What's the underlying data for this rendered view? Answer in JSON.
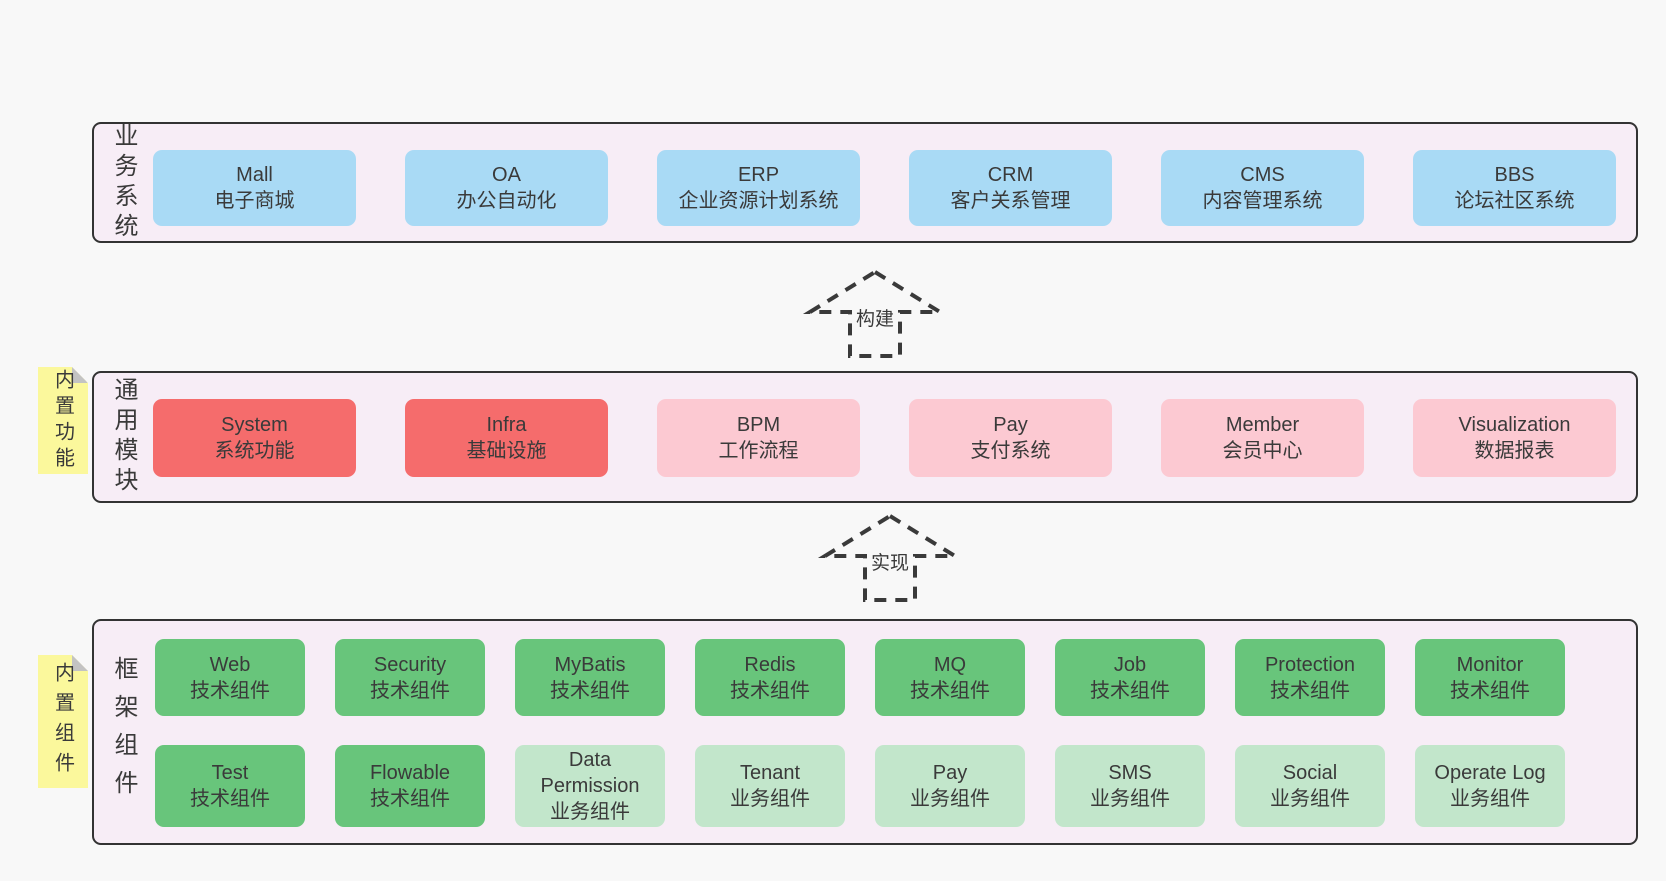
{
  "diagram": {
    "business": {
      "label": "业务系统",
      "boxes": [
        {
          "name": "Mall",
          "desc": "电子商城",
          "variant": "blue"
        },
        {
          "name": "OA",
          "desc": "办公自动化",
          "variant": "blue"
        },
        {
          "name": "ERP",
          "desc": "企业资源计划系统",
          "variant": "blue"
        },
        {
          "name": "CRM",
          "desc": "客户关系管理",
          "variant": "blue"
        },
        {
          "name": "CMS",
          "desc": "内容管理系统",
          "variant": "blue"
        },
        {
          "name": "BBS",
          "desc": "论坛社区系统",
          "variant": "blue"
        }
      ]
    },
    "arrows": {
      "build": "构建",
      "implement": "实现"
    },
    "modules": {
      "note": "内置功能",
      "label": "通用模块",
      "boxes": [
        {
          "name": "System",
          "desc": "系统功能",
          "variant": "red"
        },
        {
          "name": "Infra",
          "desc": "基础设施",
          "variant": "red"
        },
        {
          "name": "BPM",
          "desc": "工作流程",
          "variant": "pink"
        },
        {
          "name": "Pay",
          "desc": "支付系统",
          "variant": "pink"
        },
        {
          "name": "Member",
          "desc": "会员中心",
          "variant": "pink"
        },
        {
          "name": "Visualization",
          "desc": "数据报表",
          "variant": "pink"
        }
      ]
    },
    "components": {
      "note": "内置组件",
      "label": "框架组件",
      "row1": [
        {
          "name": "Web",
          "desc": "技术组件",
          "variant": "green"
        },
        {
          "name": "Security",
          "desc": "技术组件",
          "variant": "green"
        },
        {
          "name": "MyBatis",
          "desc": "技术组件",
          "variant": "green"
        },
        {
          "name": "Redis",
          "desc": "技术组件",
          "variant": "green"
        },
        {
          "name": "MQ",
          "desc": "技术组件",
          "variant": "green"
        },
        {
          "name": "Job",
          "desc": "技术组件",
          "variant": "green"
        },
        {
          "name": "Protection",
          "desc": "技术组件",
          "variant": "green"
        },
        {
          "name": "Monitor",
          "desc": "技术组件",
          "variant": "green"
        }
      ],
      "row2": [
        {
          "name": "Test",
          "desc": "技术组件",
          "variant": "green"
        },
        {
          "name": "Flowable",
          "desc": "技术组件",
          "variant": "green"
        },
        {
          "name": "Data Permission",
          "desc": "业务组件",
          "variant": "green-light"
        },
        {
          "name": "Tenant",
          "desc": "业务组件",
          "variant": "green-light"
        },
        {
          "name": "Pay",
          "desc": "业务组件",
          "variant": "green-light"
        },
        {
          "name": "SMS",
          "desc": "业务组件",
          "variant": "green-light"
        },
        {
          "name": "Social",
          "desc": "业务组件",
          "variant": "green-light"
        },
        {
          "name": "Operate Log",
          "desc": "业务组件",
          "variant": "green-light"
        }
      ]
    },
    "colors": {
      "page_bg": "#f8f8f8",
      "panel_bg": "#f7edf6",
      "panel_border": "#333333",
      "blue": "#a9daf5",
      "red": "#f56c6c",
      "pink": "#fcc9d2",
      "green": "#68c57b",
      "green_light": "#c2e6cb",
      "note_yellow": "#fbf89c",
      "fold_gray": "#c3c3c3",
      "text": "#3a3a3a"
    }
  }
}
